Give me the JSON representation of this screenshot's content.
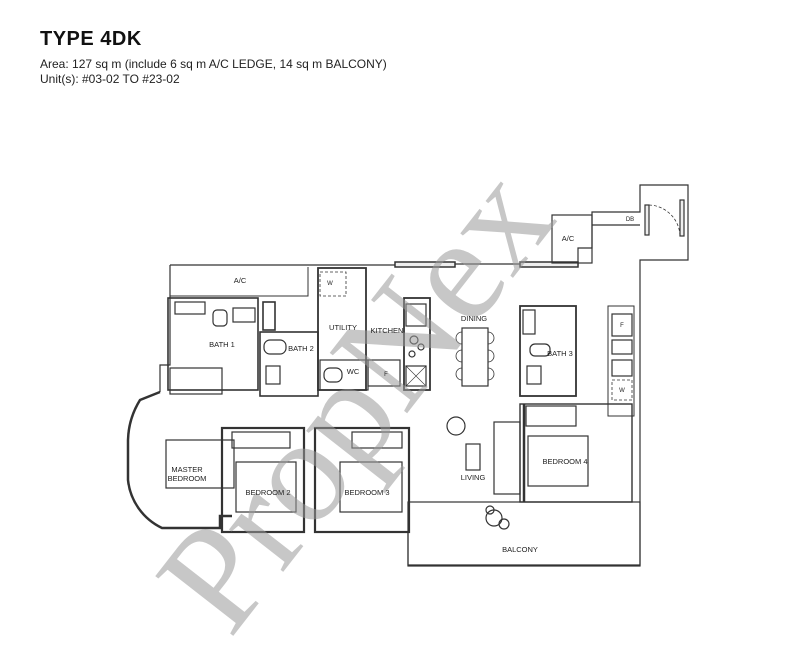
{
  "header": {
    "title": "TYPE  4DK",
    "area": "Area: 127 sq m (include 6 sq m A/C LEDGE, 14 sq m BALCONY)",
    "units": "Unit(s):  #03-02 TO #23-02"
  },
  "watermark": "PropNex",
  "rooms": {
    "ac_top": "A/C",
    "ac_right": "A/C",
    "db": "DB",
    "bath1": "BATH 1",
    "bath2": "BATH 2",
    "bath3": "BATH 3",
    "utility": "UTILITY",
    "kitchen": "KITCHEN",
    "wc": "WC",
    "dining": "DINING",
    "master_line1": "MASTER",
    "master_line2": "BEDROOM",
    "bedroom2": "BEDROOM 2",
    "bedroom3": "BEDROOM 3",
    "bedroom4": "BEDROOM 4",
    "living": "LIVING",
    "balcony": "BALCONY",
    "fridge_kitchen": "F",
    "fridge_right": "F",
    "washer_utility": "W",
    "washer_right": "W"
  }
}
